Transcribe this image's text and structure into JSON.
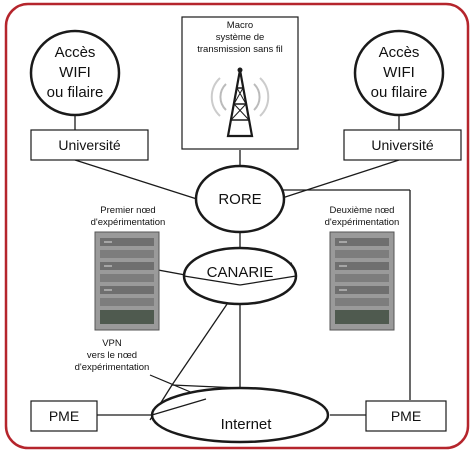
{
  "tower_box": {
    "line1": "Macro",
    "line2": "système de",
    "line3": "transmission sans fil"
  },
  "access_left": {
    "line1": "Accès",
    "line2": "WIFI",
    "line3": "ou filaire"
  },
  "access_right": {
    "line1": "Accès",
    "line2": "WIFI",
    "line3": "ou filaire"
  },
  "university_left": "Université",
  "university_right": "Université",
  "rore": "RORE",
  "canarie": "CANARIE",
  "internet": "Internet",
  "node_first": {
    "line1": "Premier nœd",
    "line2": "d'expérimentation"
  },
  "node_second": {
    "line1": "Deuxième nœd",
    "line2": "d'expérimentation"
  },
  "vpn": {
    "line1": "VPN",
    "line2": "vers le nœd",
    "line3": "d'expérimentation"
  },
  "pme_left": "PME",
  "pme_right": "PME",
  "colors": {
    "frame": "#b5252c",
    "line": "#1a1a1a",
    "server": "#8f8f8f"
  }
}
